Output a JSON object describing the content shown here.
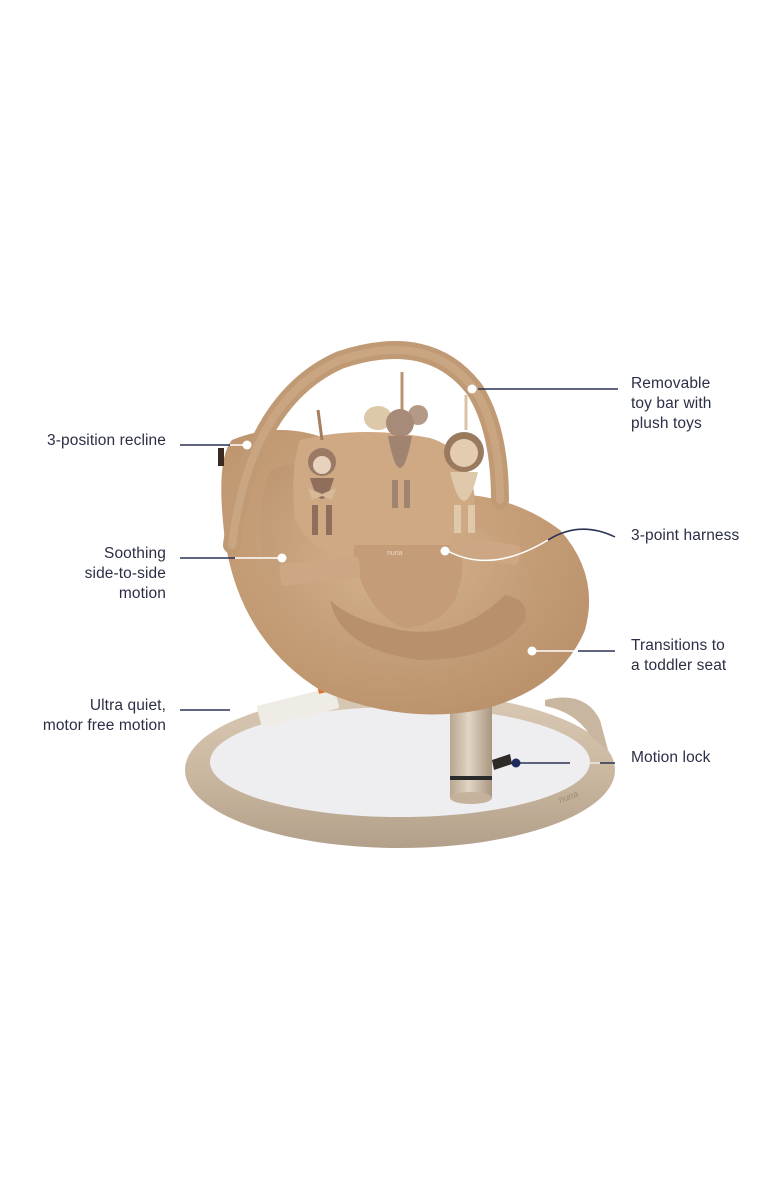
{
  "product": {
    "name": "infant seat bouncer with toy bar",
    "brand_mark": "nuna",
    "colors": {
      "fabric": "#c9a27c",
      "fabric_dark": "#a98461",
      "fabric_light": "#dcbf9f",
      "base": "#cdbba5",
      "base_dark": "#a8957e",
      "leader_line": "#2b3355",
      "marker_dot": "#ffffff",
      "motion_lock_dot": "#1e2a5a",
      "text": "#2b2f45",
      "background": "#ffffff"
    }
  },
  "callouts": [
    {
      "id": "recline",
      "side": "left",
      "lines": [
        "3-position recline"
      ]
    },
    {
      "id": "soothing-motion",
      "side": "left",
      "lines": [
        "Soothing",
        "side-to-side",
        "motion"
      ]
    },
    {
      "id": "quiet-motion",
      "side": "left",
      "lines": [
        "Ultra quiet,",
        "motor free motion"
      ]
    },
    {
      "id": "toy-bar",
      "side": "right",
      "lines": [
        "Removable",
        "toy bar with",
        "plush toys"
      ]
    },
    {
      "id": "harness",
      "side": "right",
      "lines": [
        "3-point harness"
      ]
    },
    {
      "id": "toddler-seat",
      "side": "right",
      "lines": [
        "Transitions to",
        "a toddler seat"
      ]
    },
    {
      "id": "motion-lock",
      "side": "right",
      "lines": [
        "Motion lock"
      ]
    }
  ]
}
